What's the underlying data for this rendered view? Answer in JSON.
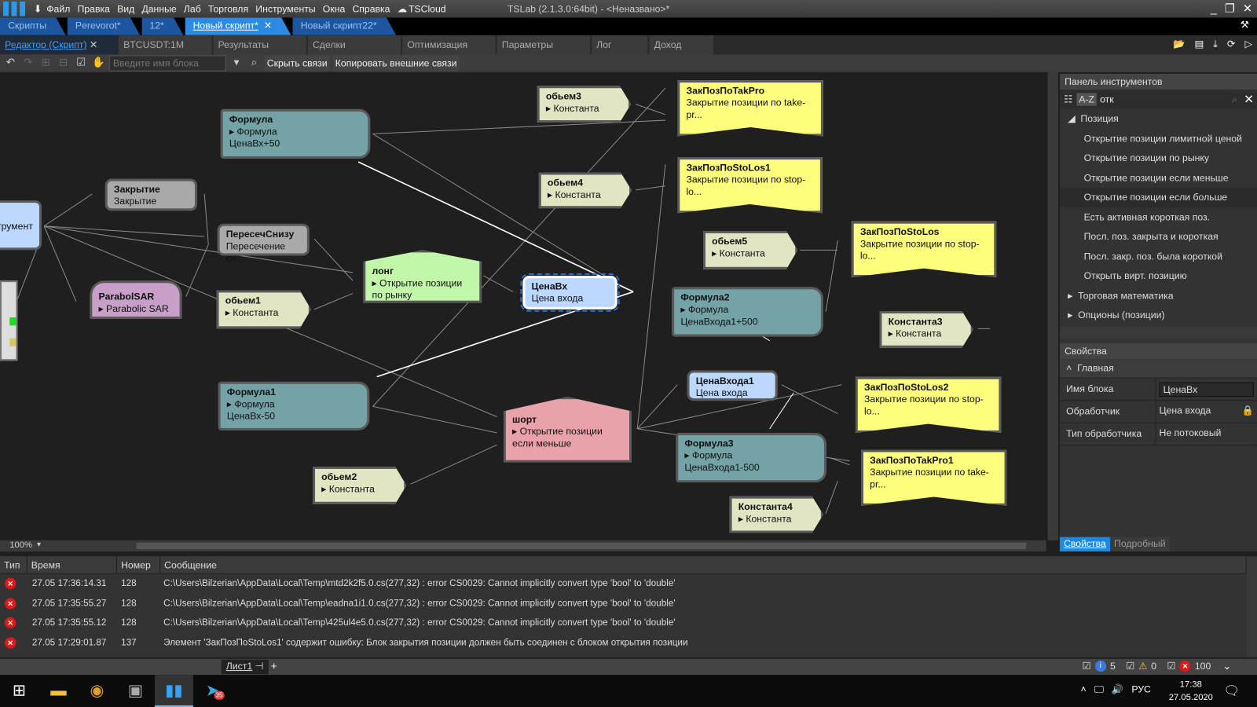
{
  "titlebar": {
    "menu": [
      "Файл",
      "Правка",
      "Вид",
      "Данные",
      "Лаб",
      "Торговля",
      "Инструменты",
      "Окна",
      "Справка",
      "TSCloud"
    ],
    "title": "TSLab (2.1.3.0:64bit) - <Неназвано>*"
  },
  "doc_tabs": [
    "Скрипты",
    "Perevorot*",
    "12*",
    "Новый скрипт*",
    "Новый скрипт22*"
  ],
  "editor_tabs": [
    "Редактор (Скрипт)",
    "BTCUSDT:1M",
    "Результаты",
    "Сделки",
    "Оптимизация",
    "Параметры",
    "Лог",
    "Доход"
  ],
  "toolbar": {
    "block_name_placeholder": "Введите имя блока",
    "hide_links": "Скрыть связи",
    "copy_external": "Копировать внешние связи"
  },
  "nodes": {
    "instrument": {
      "title": "Инструмент"
    },
    "formula": {
      "title": "Формула",
      "type": "Формула",
      "expr": "ЦенаВх+50"
    },
    "close": {
      "title": "Закрытие",
      "type": "Закрытие"
    },
    "cross": {
      "title": "ПересечСнизу",
      "type": "Пересечение сн..."
    },
    "sar": {
      "title": "ParabolSAR",
      "type": "Parabolic SAR"
    },
    "vol1": {
      "title": "обьем1",
      "type": "Константа"
    },
    "long": {
      "title": "лонг",
      "type": "Открытие позиции по рынку"
    },
    "entry": {
      "title": "ЦенаВх",
      "type": "Цена входа"
    },
    "vol3": {
      "title": "обьем3",
      "type": "Константа"
    },
    "vol4": {
      "title": "обьем4",
      "type": "Константа"
    },
    "tp": {
      "title": "ЗакПозПоTakPro",
      "type": "Закрытие позиции по take-pr..."
    },
    "sl1": {
      "title": "ЗакПозПоStoLos1",
      "type": "Закрытие позиции по stop-lo..."
    },
    "vol5": {
      "title": "обьем5",
      "type": "Константа"
    },
    "sl": {
      "title": "ЗакПозПоStoLos",
      "type": "Закрытие позиции по stop-lo..."
    },
    "formula2": {
      "title": "Формула2",
      "type": "Формула",
      "expr": "ЦенаВхода1+500"
    },
    "const3": {
      "title": "Константа3",
      "type": "Константа"
    },
    "entry1": {
      "title": "ЦенаВхода1",
      "type": "Цена входа"
    },
    "sl2": {
      "title": "ЗакПозПоStoLos2",
      "type": "Закрытие позиции по stop-lo..."
    },
    "formula1": {
      "title": "Формула1",
      "type": "Формула",
      "expr": "ЦенаВх-50"
    },
    "short": {
      "title": "шорт",
      "type": "Открытие позиции если меньше"
    },
    "formula3": {
      "title": "Формула3",
      "type": "Формула",
      "expr": "ЦенаВхода1-500"
    },
    "tp1": {
      "title": "ЗакПозПоTakPro1",
      "type": "Закрытие позиции по take-pr..."
    },
    "vol2": {
      "title": "обьем2",
      "type": "Константа"
    },
    "const4": {
      "title": "Константа4",
      "type": "Константа"
    }
  },
  "zoom": "100%",
  "toolbox": {
    "title": "Панель инструментов",
    "az": "A-Z",
    "search": "отк",
    "group": "Позиция",
    "items": [
      "Открытие позиции лимитной ценой",
      "Открытие позиции по рынку",
      "Открытие позиции если меньше",
      "Открытие позиции если больше",
      "Есть активная короткая поз.",
      "Посл. поз. закрыта и короткая",
      "Посл. закр. поз. была короткой",
      "Открыть вирт. позицию"
    ],
    "groups": [
      "Торговая математика",
      "Опционы (позиции)"
    ]
  },
  "properties": {
    "title": "Свойства",
    "section": "Главная",
    "rows": [
      {
        "k": "Имя блока",
        "v": "ЦенаВх"
      },
      {
        "k": "Обработчик",
        "v": "Цена входа"
      },
      {
        "k": "Тип обработчика",
        "v": "Не потоковый"
      }
    ],
    "tabs": [
      "Свойства",
      "Подробный"
    ]
  },
  "log": {
    "headers": [
      "Тип",
      "Время",
      "Номер",
      "Сообщение"
    ],
    "rows": [
      {
        "time": "27.05 17:36:14.31",
        "num": "128",
        "msg": "C:\\Users\\Bilzerian\\AppData\\Local\\Temp\\mtd2k2f5.0.cs(277,32) : error CS0029: Cannot implicitly convert type 'bool' to 'double'"
      },
      {
        "time": "27.05 17:35:55.27",
        "num": "128",
        "msg": "C:\\Users\\Bilzerian\\AppData\\Local\\Temp\\eadna1i1.0.cs(277,32) : error CS0029: Cannot implicitly convert type 'bool' to 'double'"
      },
      {
        "time": "27.05 17:35:55.12",
        "num": "128",
        "msg": "C:\\Users\\Bilzerian\\AppData\\Local\\Temp\\425ul4e5.0.cs(277,32) : error CS0029: Cannot implicitly convert type 'bool' to 'double'"
      },
      {
        "time": "27.05 17:29:01.87",
        "num": "137",
        "msg": "Элемент 'ЗакПозПоStoLos1' содержит ошибку: Блок закрытия позиции должен быть соединен с блоком открытия позиции"
      }
    ]
  },
  "sheet": {
    "tab": "Лист1",
    "add": "+"
  },
  "counters": {
    "info": "5",
    "warn": "0",
    "error": "100"
  },
  "taskbar": {
    "telegram_badge": "35",
    "lang": "РУС",
    "time": "17:38",
    "date": "27.05.2020"
  }
}
